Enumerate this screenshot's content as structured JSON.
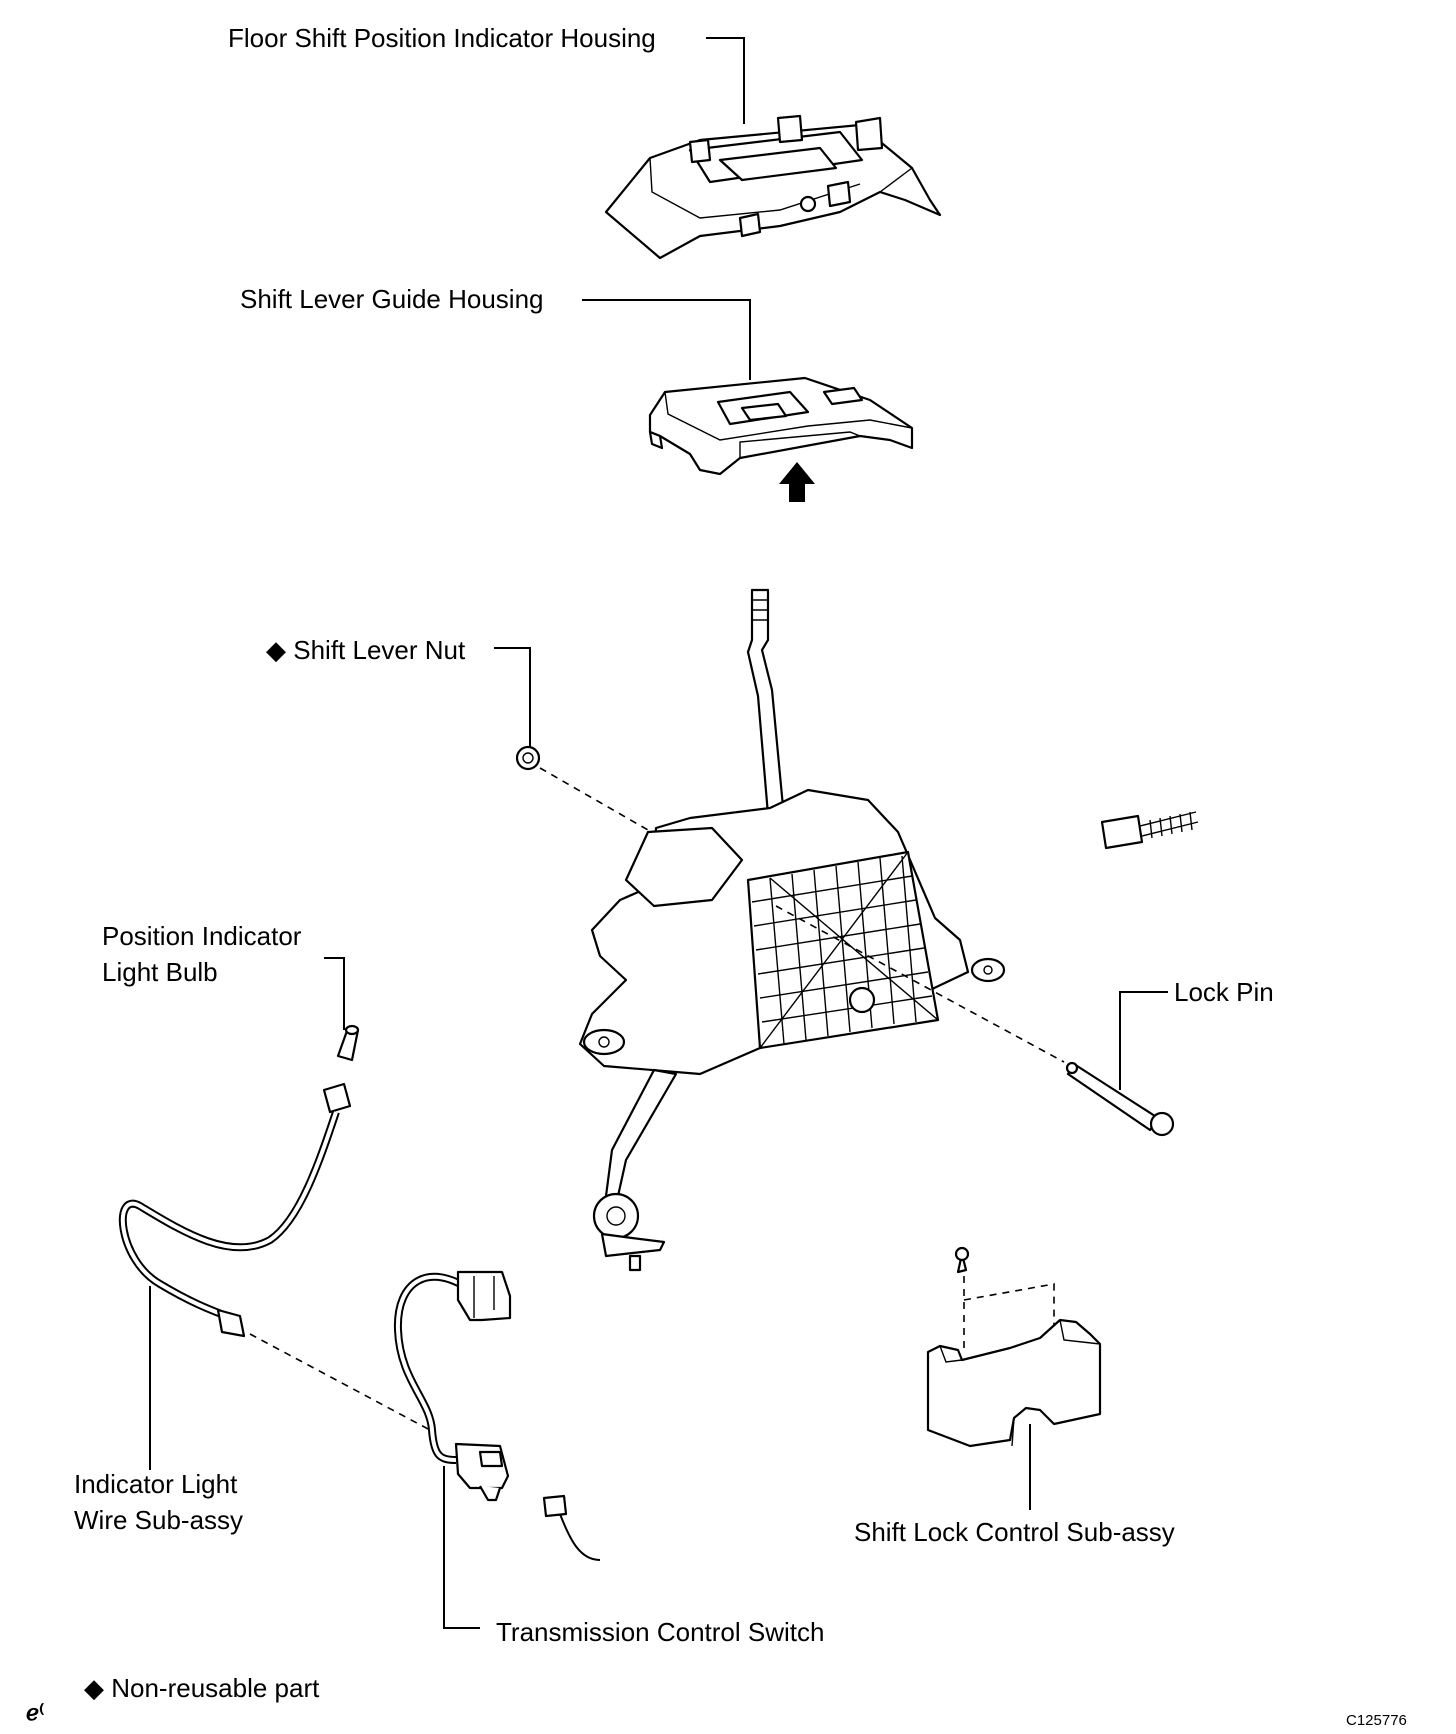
{
  "labels": {
    "floor_shift_housing": "Floor Shift Position Indicator Housing",
    "guide_housing": "Shift Lever Guide Housing",
    "shift_lever_nut": "Shift Lever Nut",
    "bulb_line1": "Position Indicator",
    "bulb_line2": "Light Bulb",
    "lock_pin": "Lock Pin",
    "wire_line1": "Indicator Light",
    "wire_line2": "Wire Sub-assy",
    "shift_lock": "Shift Lock Control Sub-assy",
    "transmission_switch": "Transmission Control Switch"
  },
  "legend": {
    "symbol": "◆",
    "text": "Non-reusable part"
  },
  "figure_code": "C125776",
  "corner_mark": "ℯ⁽"
}
